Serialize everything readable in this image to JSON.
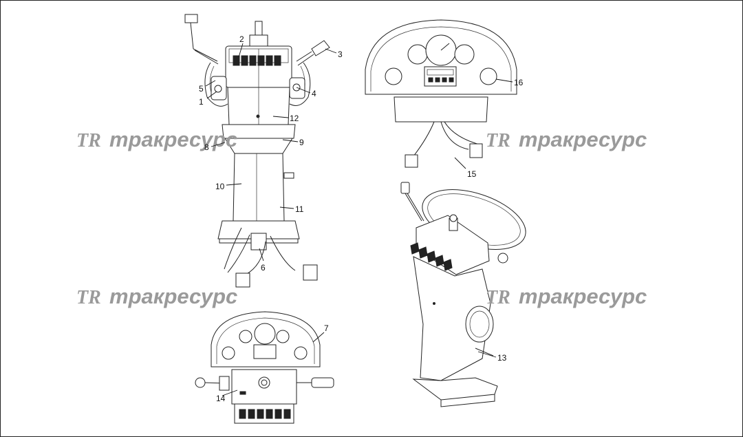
{
  "watermark": {
    "logo": "TR",
    "text": "тракресурс"
  },
  "callouts": [
    "1",
    "2",
    "3",
    "4",
    "5",
    "6",
    "7",
    "8",
    "9",
    "10",
    "11",
    "12",
    "13",
    "14",
    "15",
    "16"
  ]
}
